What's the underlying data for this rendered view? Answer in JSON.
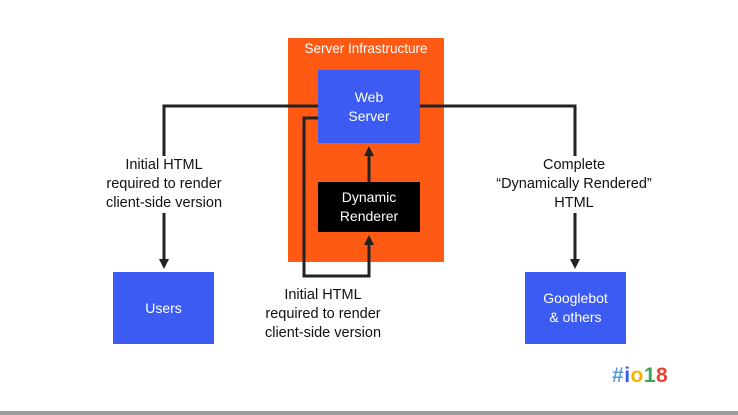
{
  "infra": {
    "title": "Server Infrastructure"
  },
  "boxes": {
    "web_server": "Web\nServer",
    "dynamic_renderer": "Dynamic\nRenderer",
    "users": "Users",
    "googlebot": "Googlebot\n& others"
  },
  "labels": {
    "left": "Initial HTML\nrequired to render\nclient-side version",
    "bottom": "Initial HTML\nrequired to render\nclient-side version",
    "right": "Complete\n“Dynamically Rendered”\nHTML"
  },
  "logo": {
    "chars": [
      "#",
      "i",
      "o",
      "1",
      "8"
    ]
  },
  "colors": {
    "infra": "#ff5a14",
    "box_blue": "#3c5bf2",
    "renderer": "#000000",
    "wire": "#222222",
    "logo": [
      "#5b9bd5",
      "#3c5bf2",
      "#f4b400",
      "#34a853",
      "#ea4335"
    ]
  }
}
